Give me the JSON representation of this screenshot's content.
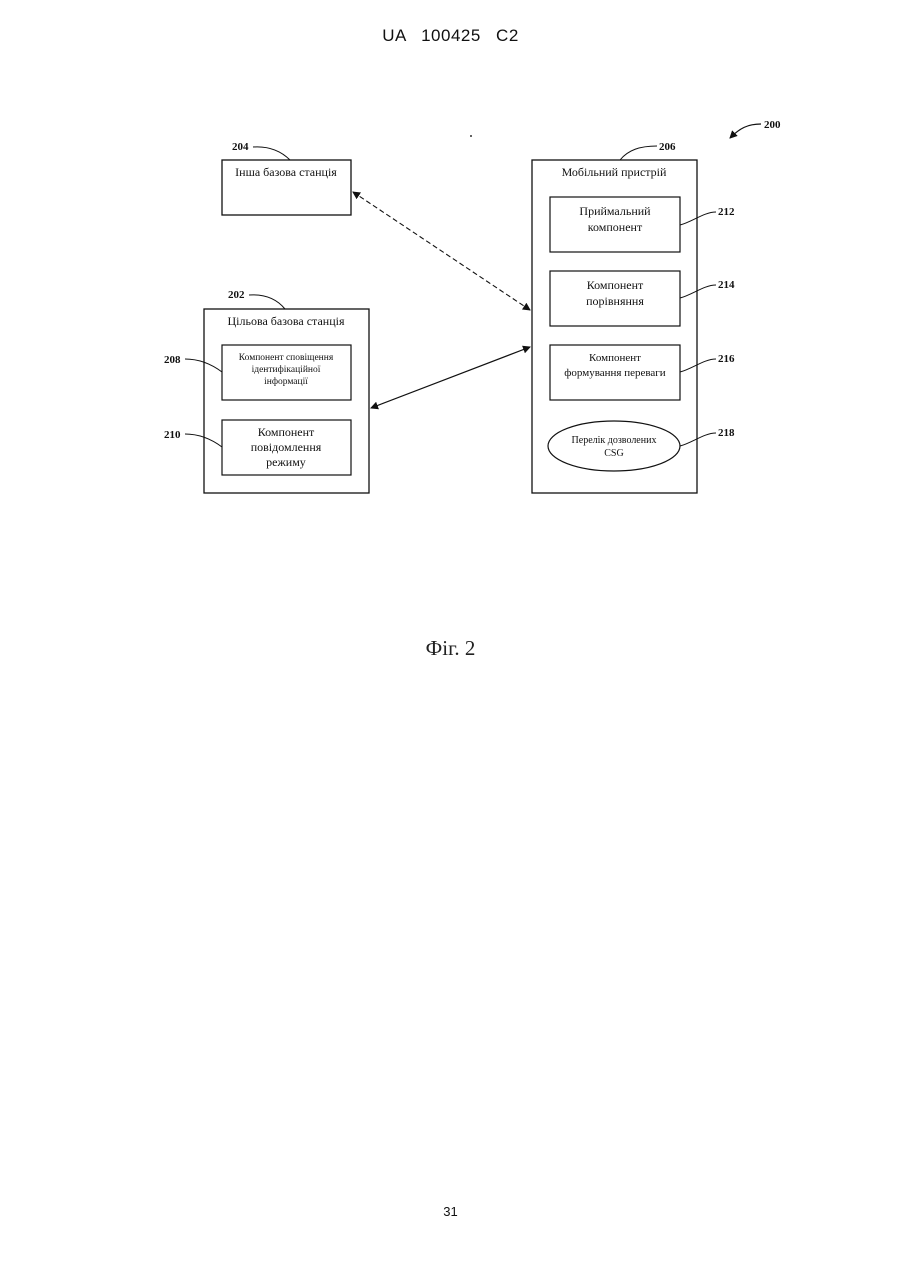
{
  "header": "UA 100425 C2",
  "figure_caption": "Фіг. 2",
  "page_number": "31",
  "diagram": {
    "ref_main": "200",
    "other_base_station": {
      "ref": "204",
      "label": "Інша базова станція"
    },
    "target_base_station": {
      "ref": "202",
      "label": "Цільова базова станція",
      "components": [
        {
          "ref": "208",
          "lines": [
            "Компонент сповіщення",
            "ідентифікаційної",
            "інформації"
          ]
        },
        {
          "ref": "210",
          "lines": [
            "Компонент",
            "повідомлення",
            "режиму"
          ]
        }
      ]
    },
    "mobile_device": {
      "ref": "206",
      "label": "Мобільний пристрій",
      "components": [
        {
          "ref": "212",
          "lines": [
            "Приймальний",
            "компонент"
          ]
        },
        {
          "ref": "214",
          "lines": [
            "Компонент",
            "порівняння"
          ]
        },
        {
          "ref": "216",
          "lines": [
            "Компонент",
            "формування переваги"
          ]
        },
        {
          "ref": "218",
          "lines": [
            "Перелік дозволених",
            "CSG"
          ]
        }
      ]
    }
  }
}
